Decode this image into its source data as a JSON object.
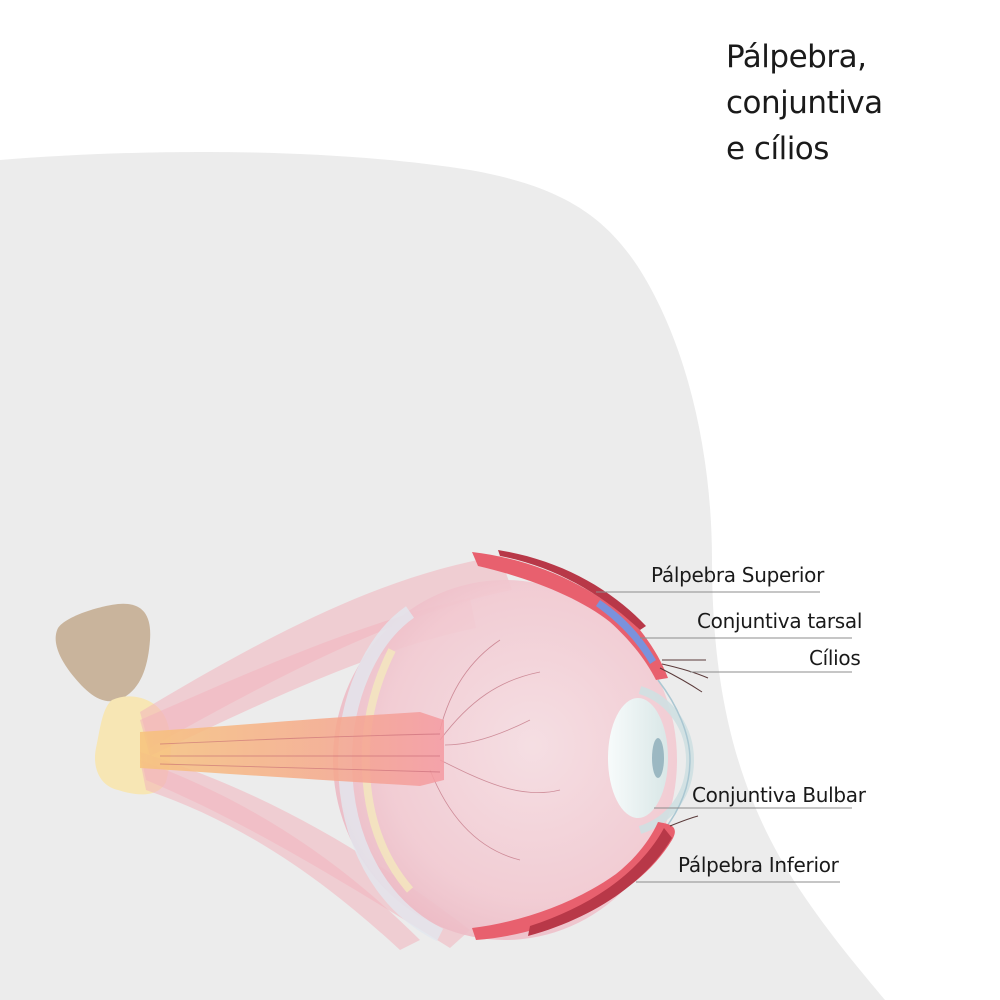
{
  "title": {
    "line1": "Pálpebra,",
    "line2": "conjuntiva",
    "line3": "e cílios"
  },
  "labels": {
    "palpebra_superior": "Pálpebra Superior",
    "conjuntiva_tarsal": "Conjuntiva tarsal",
    "cilios": "Cílios",
    "conjuntiva_bulbar": "Conjuntiva Bulbar",
    "palpebra_inferior": "Pálpebra Inferior"
  },
  "colors": {
    "background": "#ffffff",
    "head_silhouette": "#ececec",
    "eyelid": "#e8606e",
    "eyelid_dark": "#b83848",
    "conjunctiva_tarsal": "#7a92dc",
    "muscle": "#f3b4bd",
    "globe": "#f3cdd4",
    "cornea": "#e6f0f0",
    "optic_nerve": "#f6b48a",
    "bone": "#c9b49c",
    "fat": "#f7e6b4",
    "text": "#1a1a1a",
    "leader_line": "#8c8c8c"
  }
}
